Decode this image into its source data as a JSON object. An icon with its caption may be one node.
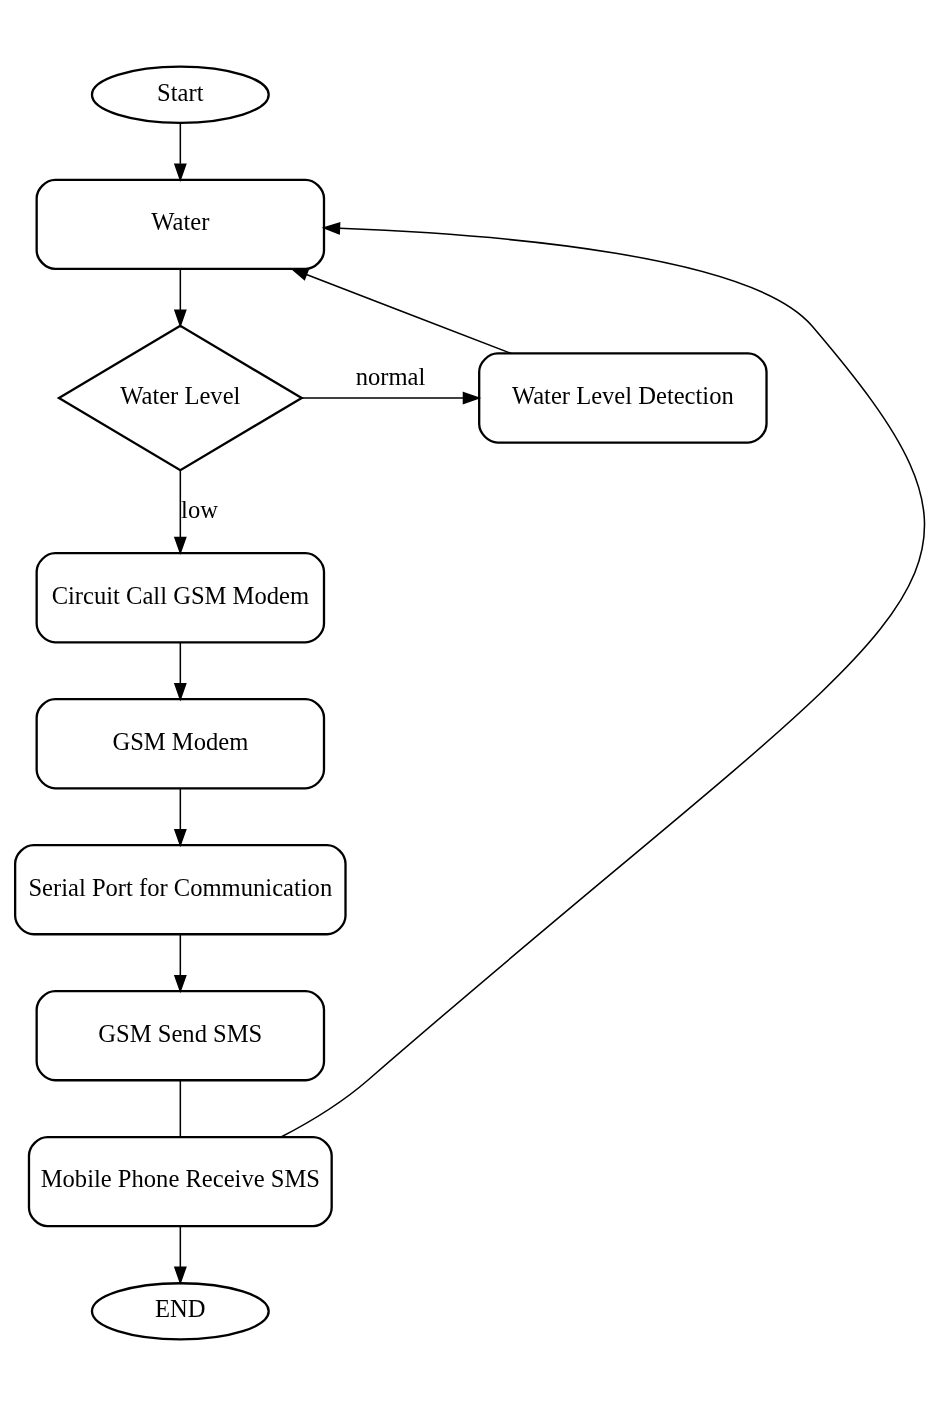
{
  "diagram": {
    "nodes": [
      {
        "text": [
          "Start"
        ]
      },
      {
        "text": [
          "Water"
        ]
      },
      {
        "text": [
          "Water Level"
        ]
      },
      {
        "text": [
          "Water Level Detection"
        ]
      },
      {
        "text": [
          "Circuit Call GSM Modem"
        ]
      },
      {
        "text": [
          "GSM Modem"
        ]
      },
      {
        "text": [
          "Serial Port for Communication"
        ]
      },
      {
        "text": [
          "GSM Send SMS"
        ]
      },
      {
        "text": [
          "Mobile Phone Receive SMS"
        ]
      },
      {
        "text": [
          "END"
        ]
      }
    ],
    "edges": [
      {
        "from": 0,
        "to": 1,
        "arrow": "to"
      },
      {
        "from": 1,
        "to": 2,
        "arrow": "to"
      },
      {
        "from": 2,
        "to": 3,
        "arrow": "to",
        "label": "normal"
      },
      {
        "from": 3,
        "to": 1,
        "arrow": "to"
      },
      {
        "from": 2,
        "to": 4,
        "arrow": "to",
        "label": "low"
      },
      {
        "from": 4,
        "to": 5,
        "arrow": "to"
      },
      {
        "from": 5,
        "to": 6,
        "arrow": "to"
      },
      {
        "from": 6,
        "to": 7,
        "arrow": "to"
      },
      {
        "from": 7,
        "to": 8,
        "arrow": "none"
      },
      {
        "from": 8,
        "to": 9,
        "arrow": "to"
      },
      {
        "from": 8,
        "to": 1,
        "arrow": "to"
      }
    ]
  }
}
